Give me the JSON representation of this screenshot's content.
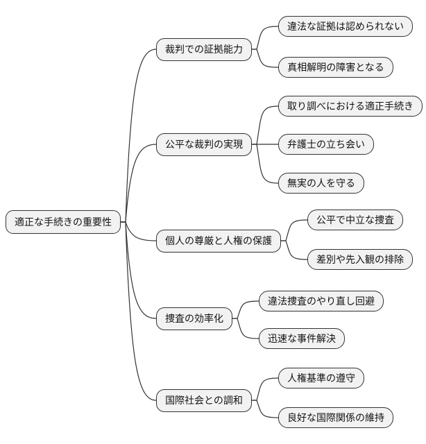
{
  "diagram": {
    "type": "mindmap",
    "root": {
      "label": "適正な手続きの重要性"
    },
    "branches": [
      {
        "label": "裁判での証拠能力",
        "children": [
          {
            "label": "違法な証拠は認められない"
          },
          {
            "label": "真相解明の障害となる"
          }
        ]
      },
      {
        "label": "公平な裁判の実現",
        "children": [
          {
            "label": "取り調べにおける適正手続き"
          },
          {
            "label": "弁護士の立ち会い"
          },
          {
            "label": "無実の人を守る"
          }
        ]
      },
      {
        "label": "個人の尊厳と人権の保護",
        "children": [
          {
            "label": "公平で中立な捜査"
          },
          {
            "label": "差別や先入観の排除"
          }
        ]
      },
      {
        "label": "捜査の効率化",
        "children": [
          {
            "label": "違法捜査のやり直し回避"
          },
          {
            "label": "迅速な事件解決"
          }
        ]
      },
      {
        "label": "国際社会との調和",
        "children": [
          {
            "label": "人権基準の遵守"
          },
          {
            "label": "良好な国際関係の維持"
          }
        ]
      }
    ],
    "colors": {
      "background": "#ffffff",
      "node_fill": "#f2f2f2",
      "node_border": "#333333",
      "edge": "#333333",
      "text": "#111111"
    }
  }
}
